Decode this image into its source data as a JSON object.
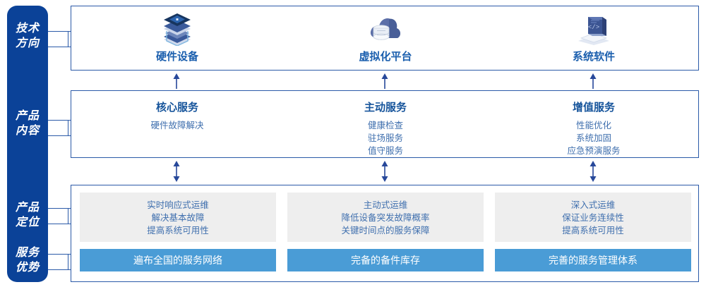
{
  "sidebar": {
    "items": [
      {
        "name": "tech-direction",
        "line1": "技术",
        "line2": "方向"
      },
      {
        "name": "product-content",
        "line1": "产品",
        "line2": "内容"
      },
      {
        "name": "product-positioning",
        "line1": "产品",
        "line2": "定位"
      },
      {
        "name": "service-advantage",
        "line1": "服务",
        "line2": "优势"
      }
    ]
  },
  "tech_row": {
    "columns": [
      {
        "icon": "server-stack-icon",
        "label": "硬件设备"
      },
      {
        "icon": "cloud-database-icon",
        "label": "虚拟化平台"
      },
      {
        "icon": "laptop-code-icon",
        "label": "系统软件"
      }
    ]
  },
  "content_row": {
    "columns": [
      {
        "title": "核心服务",
        "lines": [
          "硬件故障解决"
        ]
      },
      {
        "title": "主动服务",
        "lines": [
          "健康检查",
          "驻场服务",
          "值守服务"
        ]
      },
      {
        "title": "增值服务",
        "lines": [
          "性能优化",
          "系统加固",
          "应急预演服务"
        ]
      }
    ]
  },
  "positioning_row": {
    "columns": [
      {
        "lines": [
          "实时响应式运维",
          "解决基本故障",
          "提高系统可用性"
        ]
      },
      {
        "lines": [
          "主动式运维",
          "降低设备突发故障概率",
          "关键时间点的服务保障"
        ]
      },
      {
        "lines": [
          "深入式运维",
          "保证业务连续性",
          "提高系统可用性"
        ]
      }
    ]
  },
  "advantage_row": {
    "bars": [
      "遍布全国的服务网络",
      "完备的备件库存",
      "完善的服务管理体系"
    ]
  },
  "colors": {
    "sidebar_bg": "#0b4298",
    "panel_border": "#2b5aa8",
    "heading_blue": "#16549b",
    "body_blue": "#3f6fae",
    "gray_box": "#eeeeee",
    "bar_blue": "#4a9cd6",
    "arrow_blue": "#27489a"
  }
}
